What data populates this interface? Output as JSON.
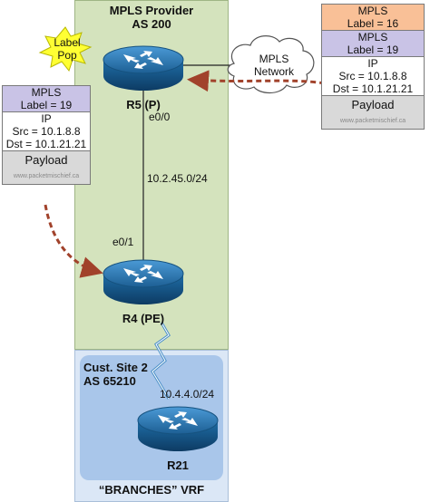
{
  "provider": {
    "title_line1": "MPLS Provider",
    "title_line2": "AS 200"
  },
  "label_pop": {
    "line1": "Label",
    "line2": "Pop"
  },
  "cloud": {
    "line1": "MPLS",
    "line2": "Network"
  },
  "routers": {
    "r5": {
      "name": "R5 (P)",
      "interface": "e0/0"
    },
    "r4": {
      "name": "R4 (PE)",
      "interface": "e0/1"
    },
    "r21": {
      "name": "R21"
    }
  },
  "links": {
    "r5_r4_subnet": "10.2.45.0/24",
    "r4_r21_subnet": "10.4.4.0/24"
  },
  "site": {
    "line1": "Cust. Site 2",
    "line2": "AS 65210"
  },
  "vrf_label": "“BRANCHES” VRF",
  "packet_left": {
    "mpls_title": "MPLS",
    "mpls_label": "Label = 19",
    "ip_title": "IP",
    "src": "Src = 10.1.8.8",
    "dst": "Dst = 10.1.21.21",
    "payload": "Payload",
    "watermark": "www.packetmischief.ca"
  },
  "packet_right": {
    "mpls1_title": "MPLS",
    "mpls1_label": "Label = 16",
    "mpls2_title": "MPLS",
    "mpls2_label": "Label = 19",
    "ip_title": "IP",
    "src": "Src = 10.1.8.8",
    "dst": "Dst = 10.1.21.21",
    "payload": "Payload",
    "watermark": "www.packetmischief.ca"
  },
  "colors": {
    "provider_bg": "#d4e3bd",
    "site_bg": "#a9c6ea",
    "router": "#1f6ea7",
    "arrow": "#a1422b",
    "mpls_top": "#f9c097",
    "mpls_label": "#c9c3e6",
    "starburst": "#ffff33"
  }
}
